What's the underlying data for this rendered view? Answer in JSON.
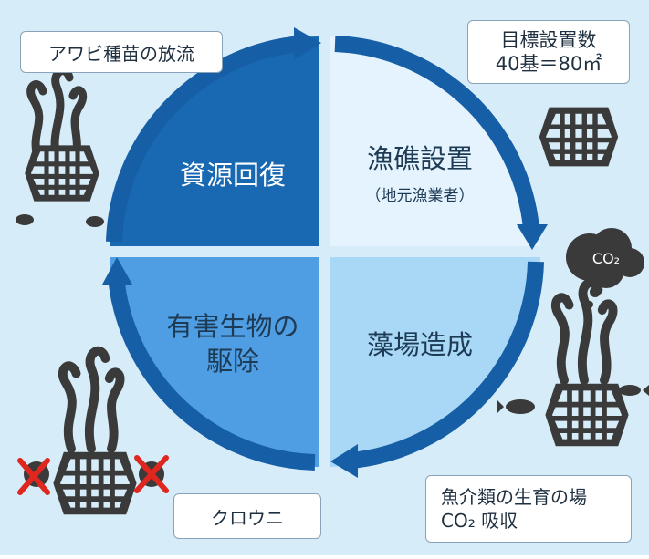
{
  "quadrants": {
    "top_left": {
      "label": "資源回復"
    },
    "top_right": {
      "label": "漁礁設置",
      "sublabel": "（地元漁業者）"
    },
    "bottom_right": {
      "label": "藻場造成"
    },
    "bottom_left": {
      "label_line1": "有害生物の",
      "label_line2": "駆除"
    }
  },
  "callouts": {
    "top_left": "アワビ種苗の放流",
    "top_right_line1": "目標設置数",
    "top_right_line2": "40基＝80㎡",
    "bottom_left": "クロウニ",
    "bottom_right_line1": "魚介類の生育の場",
    "bottom_right_line2": "CO₂ 吸収"
  },
  "co2_bubble": "CO₂",
  "colors": {
    "background": "#d6ecf9",
    "top_left_fill": "#1868b2",
    "top_right_fill": "#e4f3fd",
    "bottom_right_fill": "#a9d8f7",
    "bottom_left_fill": "#4f9ee3",
    "ring_arrow": "#165fa6",
    "icon_dark": "#3c3c3c",
    "cross_red": "#e0271f"
  },
  "icons": [
    "basket-reef-icon",
    "kelp-icon",
    "abalone-icon",
    "co2-cloud-icon",
    "fish-icon",
    "sea-urchin-icon",
    "red-cross-icon",
    "cycle-arrow-icon"
  ]
}
